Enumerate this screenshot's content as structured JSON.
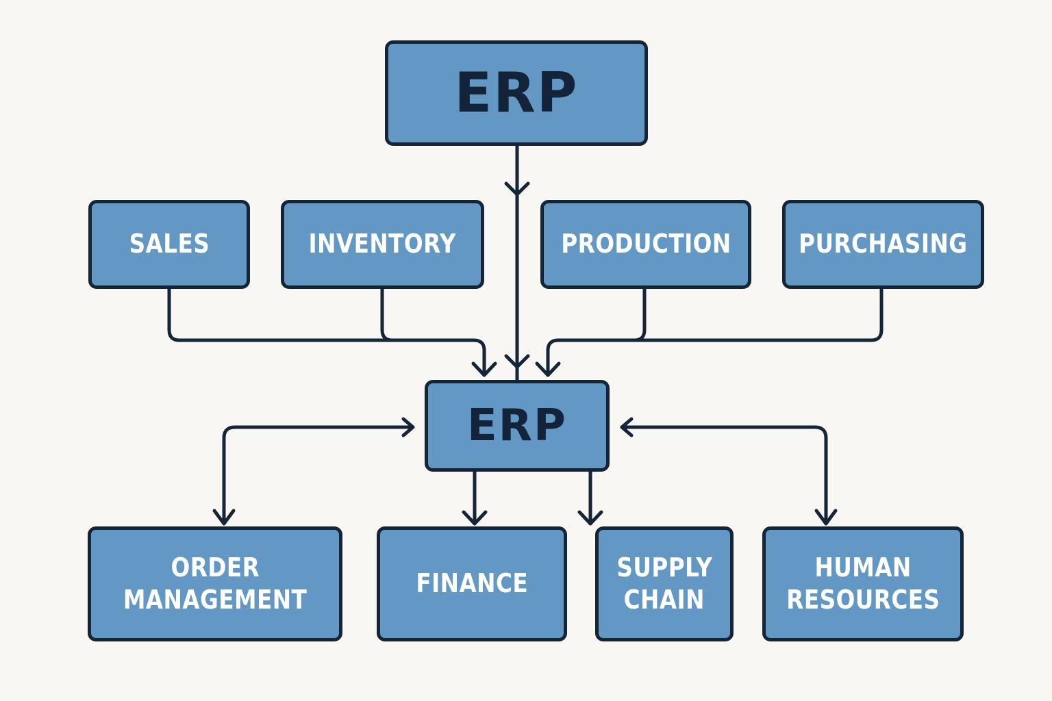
{
  "diagram": {
    "top_node": {
      "label": "ERP"
    },
    "modules_top": [
      {
        "label": "SALES"
      },
      {
        "label": "INVENTORY"
      },
      {
        "label": "PRODUCTION"
      },
      {
        "label": "PURCHASING"
      }
    ],
    "hub_node": {
      "label": "ERP"
    },
    "modules_bottom": [
      {
        "line1": "ORDER",
        "line2": "MANAGEMENT"
      },
      {
        "line1": "FINANCE",
        "line2": ""
      },
      {
        "line1": "SUPPLY",
        "line2": "CHAIN"
      },
      {
        "line1": "HUMAN",
        "line2": "RESOURCES"
      }
    ],
    "colors": {
      "background": "#f8f7f3",
      "box_fill": "#6398c4",
      "outline": "#162536",
      "erp_text": "#13243a",
      "module_text": "#ffffff"
    },
    "edges": [
      {
        "from": "ERP (top)",
        "to": "ERP (hub)",
        "type": "arrow"
      },
      {
        "from": "SALES",
        "to": "ERP (hub)",
        "type": "arrow"
      },
      {
        "from": "INVENTORY",
        "to": "ERP (hub)",
        "type": "arrow"
      },
      {
        "from": "PRODUCTION",
        "to": "ERP (hub)",
        "type": "arrow"
      },
      {
        "from": "PURCHASING",
        "to": "ERP (hub)",
        "type": "arrow"
      },
      {
        "from": "ORDER MANAGEMENT",
        "to": "ERP (hub)",
        "type": "bidirectional"
      },
      {
        "from": "ERP (hub)",
        "to": "FINANCE",
        "type": "arrow"
      },
      {
        "from": "ERP (hub)",
        "to": "SUPPLY CHAIN",
        "type": "arrow"
      },
      {
        "from": "HUMAN RESOURCES",
        "to": "ERP (hub)",
        "type": "bidirectional"
      }
    ]
  }
}
